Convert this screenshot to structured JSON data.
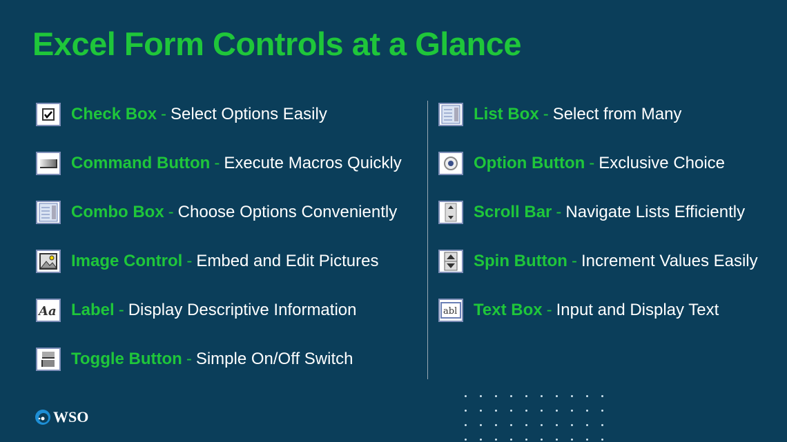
{
  "title": "Excel Form Controls at a Glance",
  "left_items": [
    {
      "name": "Check Box",
      "desc": "Select Options Easily",
      "icon": "checkbox-icon"
    },
    {
      "name": "Command Button",
      "desc": "Execute Macros Quickly",
      "icon": "command-button-icon"
    },
    {
      "name": "Combo Box",
      "desc": "Choose Options Conveniently",
      "icon": "combo-box-icon"
    },
    {
      "name": "Image Control",
      "desc": "Embed and Edit Pictures",
      "icon": "image-icon"
    },
    {
      "name": "Label",
      "desc": "Display Descriptive Information",
      "icon": "label-icon"
    },
    {
      "name": "Toggle Button",
      "desc": "Simple On/Off Switch",
      "icon": "toggle-button-icon"
    }
  ],
  "right_items": [
    {
      "name": "List Box",
      "desc": "Select from Many",
      "icon": "list-box-icon"
    },
    {
      "name": "Option Button",
      "desc": "Exclusive Choice",
      "icon": "option-button-icon"
    },
    {
      "name": "Scroll Bar",
      "desc": "Navigate Lists Efficiently",
      "icon": "scroll-bar-icon"
    },
    {
      "name": "Spin Button",
      "desc": "Increment Values Easily",
      "icon": "spin-button-icon"
    },
    {
      "name": "Text Box",
      "desc": "Input and Display Text",
      "icon": "text-box-icon"
    }
  ],
  "separator": "-",
  "logo": "WSO"
}
